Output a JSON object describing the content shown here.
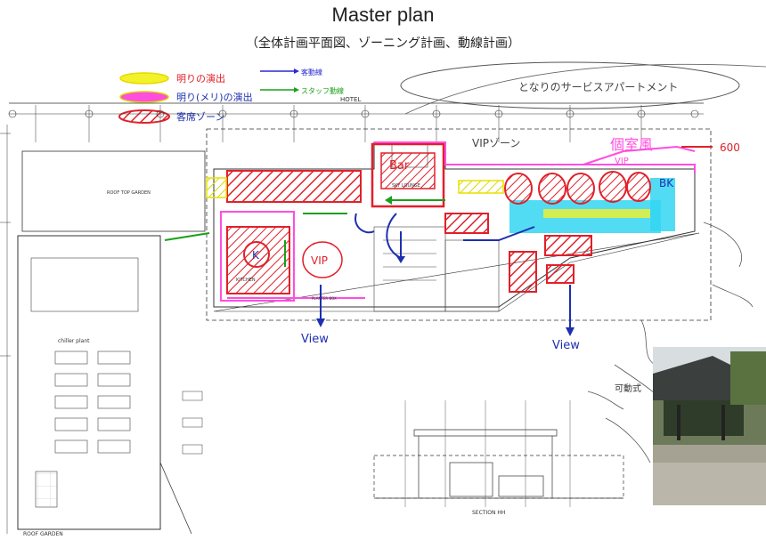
{
  "title": "Master plan",
  "subtitle": "（全体計画平面図、ゾーニング計画、動線計画）",
  "legend": {
    "zones": [
      {
        "label": "明りの演出",
        "color": "#f2f22a"
      },
      {
        "label": "明り(メリ)の演出",
        "color": "#ff4de0"
      },
      {
        "label": "客席ゾーン",
        "color": "#e0202a"
      }
    ],
    "flows": [
      {
        "label": "客動線",
        "color": "#2a2ad0"
      },
      {
        "label": "スタッフ動線",
        "color": "#1aa01a"
      }
    ]
  },
  "annotations": {
    "neighbor": "となりのサービスアパートメント",
    "hotel": "HOTEL",
    "vip_zone": "VIPゾーン",
    "private_room": "個室風",
    "vip_label": "VIP",
    "bar": "Bar",
    "view_left": "View",
    "view_right": "View",
    "bk": "BK",
    "k": "K",
    "vip_circle": "VIP",
    "dim_600": "600",
    "pavilion": "可動式",
    "roof_garden_top": "ROOF TOP GARDEN",
    "roof_garden_bottom": "ROOF GARDEN",
    "chiller": "chiller plant",
    "section": "SECTION HH",
    "kitchen": "KITCHEN",
    "sky_lounge": "SKY LOUNGE",
    "planter": "PLANTER BOX"
  },
  "colors": {
    "red": "#e0202a",
    "blue": "#1e2fb0",
    "green": "#1aa01a",
    "cyan": "#33d6f2",
    "yellow": "#f2f22a",
    "magenta": "#ff4de0",
    "line": "#333333"
  }
}
